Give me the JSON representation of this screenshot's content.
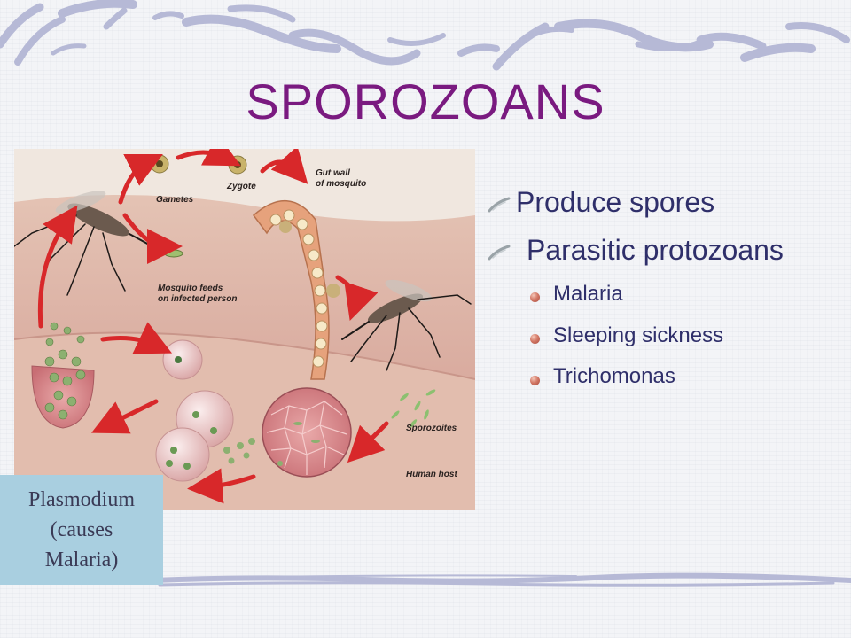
{
  "slide": {
    "title": "SPOROZOANS",
    "bullets": [
      {
        "text": "Produce spores",
        "level": 1
      },
      {
        "text": "Parasitic protozoans",
        "level": 1
      },
      {
        "text": "Malaria",
        "level": 2
      },
      {
        "text": "Sleeping sickness",
        "level": 2
      },
      {
        "text": "Trichomonas",
        "level": 2
      }
    ],
    "caption": {
      "line1": "Plasmodium",
      "line2": "(causes",
      "line3": "Malaria)"
    },
    "figure_labels": {
      "gametes": "Gametes",
      "zygote": "Zygote",
      "gut_wall_1": "Gut wall",
      "gut_wall_2": "of mosquito",
      "mosquito_feeds_1": "Mosquito feeds",
      "mosquito_feeds_2": "on infected person",
      "sporozoites": "Sporozoites",
      "human_host": "Human host"
    }
  },
  "colors": {
    "title": "#7a1a80",
    "text": "#2f2f6a",
    "caption_bg": "#a9cfe0",
    "border_stroke": "#b8bbd6",
    "arrow": "#d8282a"
  },
  "icons": {
    "level1_bullet": "quill-stroke-icon",
    "level2_bullet": "red-bead-icon"
  }
}
